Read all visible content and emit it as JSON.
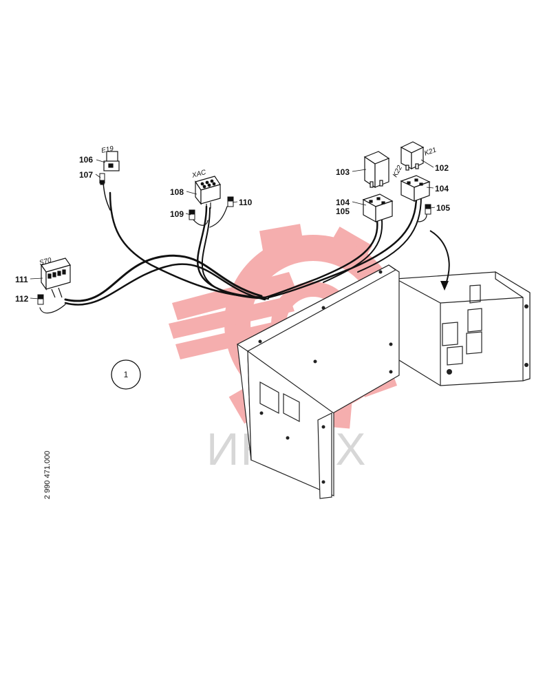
{
  "watermark": {
    "text": "ИНТЕХ",
    "gear_color": "#f4a6a6",
    "text_color": "#d7d7d7"
  },
  "document_number": "2 990 471.000",
  "assembly_label": "1",
  "connector_labels": {
    "e19": "E19",
    "xac": "XAC",
    "s70": "S70",
    "k22": "K22",
    "k21": "K21"
  },
  "callouts": {
    "c106": "106",
    "c107": "107",
    "c108": "108",
    "c109": "109",
    "c110": "110",
    "c111": "111",
    "c112": "112",
    "c103": "103",
    "c102": "102",
    "c104_left": "104",
    "c105_left": "105",
    "c104_right": "104",
    "c105_right": "105"
  }
}
